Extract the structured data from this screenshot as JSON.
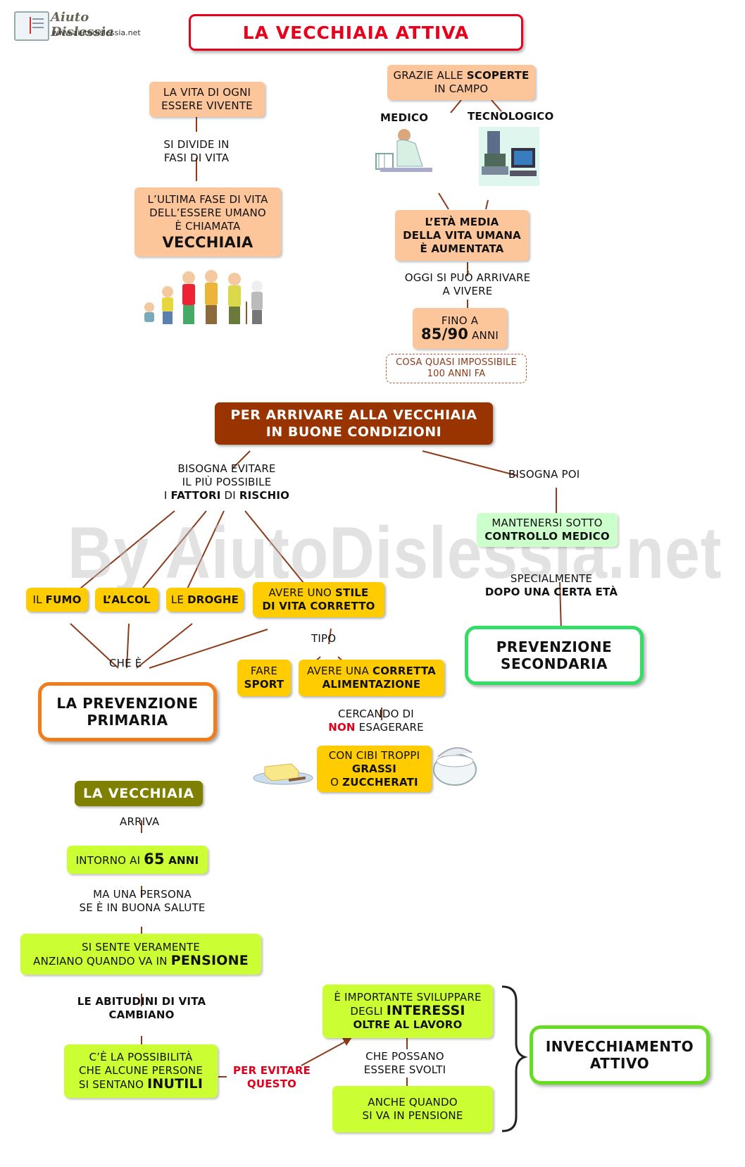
{
  "logo": {
    "name": "Aiuto Dislessia",
    "url": "www.aiutodislessia.net"
  },
  "watermark": "By AiutoDislessia.net",
  "title": "LA VECCHIAIA ATTIVA",
  "left_top": {
    "box1": [
      "LA VITA DI OGNI",
      "ESSERE VIVENTE"
    ],
    "link1": [
      "SI DIVIDE IN",
      "FASI DI VITA"
    ],
    "box2": [
      "L’ULTIMA FASE DI VITA",
      "DELL’ESSERE UMANO",
      "È CHIAMATA"
    ],
    "box2_big": "VECCHIAIA"
  },
  "right_top": {
    "box1_a": "GRAZIE ALLE ",
    "box1_b": "SCOPERTE",
    "box1_c": "IN CAMPO",
    "medico": "MEDICO",
    "tecnologico": "TECNOLOGICO",
    "box2": [
      "L’ETÀ MEDIA",
      "DELLA VITA UMANA",
      "È AUMENTATA"
    ],
    "link2": [
      "OGGI SI PUÒ ARRIVARE",
      "A VIVERE"
    ],
    "box3_a": "FINO A",
    "box3_num": "85/90",
    "box3_unit": " ANNI",
    "note": [
      "COSA QUASI IMPOSSIBILE",
      "100 ANNI FA"
    ]
  },
  "middle": {
    "header": [
      "PER ARRIVARE ALLA VECCHIAIA",
      "IN BUONE CONDIZIONI"
    ],
    "evitare": [
      "BISOGNA EVITARE",
      "IL PIÙ POSSIBILE"
    ],
    "evitare3": {
      "a": "I ",
      "b": "FATTORI",
      "c": " DI ",
      "d": "RISCHIO"
    },
    "poi": "BISOGNA POI",
    "fumo": {
      "a": "IL ",
      "b": "FUMO"
    },
    "alcol": "L’ALCOL",
    "droghe": {
      "a": "LE ",
      "b": "DROGHE"
    },
    "stile": {
      "a": "AVERE UNO ",
      "b": "STILE",
      "c": "DI VITA CORRETTO"
    },
    "che_e": "CHE È",
    "primaria": [
      "LA PREVENZIONE",
      "PRIMARIA"
    ],
    "tipo": "TIPO",
    "sport": {
      "a": "FARE",
      "b": "SPORT"
    },
    "alim": {
      "a": "AVERE UNA ",
      "b": "CORRETTA",
      "c": "ALIMENTAZIONE"
    },
    "cercando": {
      "a": "CERCANDO DI",
      "b": "NON",
      "c": " ESAGERARE"
    },
    "cibi": {
      "a": "CON CIBI TROPPI",
      "b": "GRASSI",
      "c": "O ",
      "d": "ZUCCHERATI"
    },
    "medico_a": "MANTENERSI SOTTO",
    "medico_b": "CONTROLLO MEDICO",
    "special_a": "SPECIALMENTE",
    "special_b": "DOPO UNA CERTA ETÀ",
    "secondaria": [
      "PREVENZIONE",
      "SECONDARIA"
    ]
  },
  "bottom": {
    "vecchiaia": "LA VECCHIAIA",
    "arriva": "ARRIVA",
    "intorno": {
      "a": "INTORNO AI ",
      "b": "65",
      "c": " ANNI"
    },
    "ma": [
      "MA UNA PERSONA",
      "SE È IN BUONA SALUTE"
    ],
    "sente": {
      "a": "SI SENTE VERAMENTE",
      "b": "ANZIANO QUANDO VA IN ",
      "c": "PENSIONE"
    },
    "abitudini": [
      "LE ABITUDINI DI VITA",
      "CAMBIANO"
    ],
    "possibilita": {
      "a": "C’È LA POSSIBILITÀ",
      "b": "CHE ALCUNE PERSONE",
      "c": "SI SENTANO ",
      "d": "INUTILI"
    },
    "evitare": [
      "PER EVITARE",
      "QUESTO"
    ],
    "interessi": {
      "a": "È IMPORTANTE SVILUPPARE",
      "b": "DEGLI ",
      "c": "INTERESSI",
      "d": "OLTRE AL LAVORO"
    },
    "svolti": [
      "CHE POSSANO",
      "ESSERE SVOLTI"
    ],
    "pensione": [
      "ANCHE QUANDO",
      "SI VA IN PENSIONE"
    ],
    "attivo": [
      "INVECCHIAMENTO",
      "ATTIVO"
    ]
  },
  "colors": {
    "title_border": "#e8001c",
    "title_text": "#e8001c",
    "header_bg": "#993300",
    "peach": "#fcc59a",
    "yellow": "#ffcc00",
    "lime": "#ccff33",
    "mint": "#ccffcc",
    "olive": "#808000",
    "orange_border": "#f07d1a",
    "green_border": "#33dd66",
    "lime_border": "#66dd22",
    "line": "#8b3a1a",
    "note_border": "#b25a3a"
  },
  "icons": [
    "book-icon",
    "scientist-microscope-icon",
    "computer-lab-icon",
    "family-ages-icon",
    "butter-icon",
    "sugar-bowl-icon"
  ]
}
